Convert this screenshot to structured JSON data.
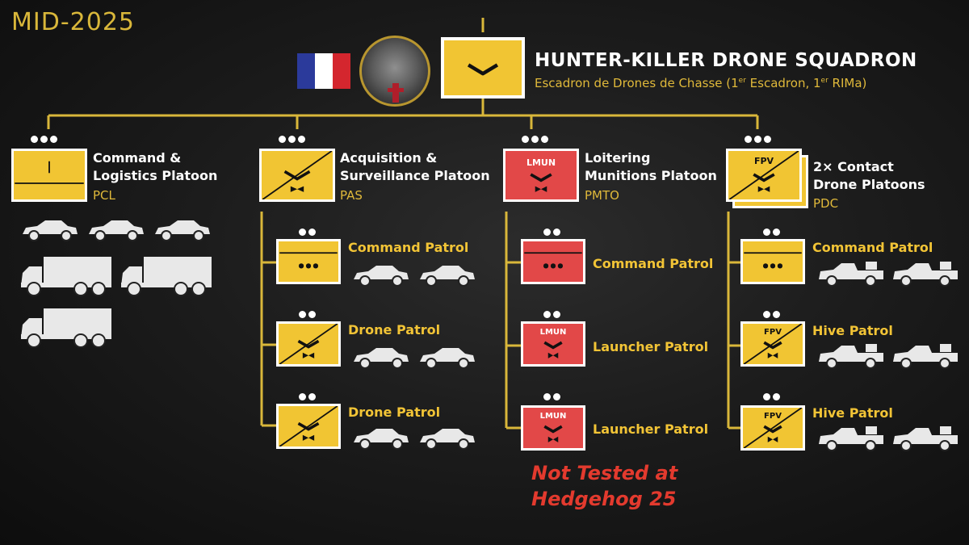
{
  "header": {
    "year": "MID-2025",
    "title": "HUNTER-KILLER DRONE SQUADRON",
    "subtitle_main": "Escadron de Drones de Chasse (1",
    "subtitle_sup1": "er",
    "subtitle_mid": " Escadron, 1",
    "subtitle_sup2": "er",
    "subtitle_end": " RIMa)"
  },
  "flag_colors": [
    "#2b3a9b",
    "#ffffff",
    "#d4262e"
  ],
  "colors": {
    "friendly_yellow": "#f1c533",
    "red": "#e24848",
    "line": "#d9b73a",
    "text_gold": "#e0b93a"
  },
  "symbols": {
    "hq_echelon": "I",
    "lmun": "LMUN",
    "fpv": "FPV"
  },
  "platoons": [
    {
      "name_line1": "Command &",
      "name_line2": "Logistics Platoon",
      "code": "PCL"
    },
    {
      "name_line1": "Acquisition &",
      "name_line2": "Surveillance Platoon",
      "code": "PAS"
    },
    {
      "name_line1": "Loitering",
      "name_line2": "Munitions Platoon",
      "code": "PMTO"
    },
    {
      "name_line1": "2× Contact",
      "name_line2": "Drone Platoons",
      "code": "PDC"
    }
  ],
  "patrols": {
    "pas": [
      "Command Patrol",
      "Drone Patrol",
      "Drone Patrol"
    ],
    "pmto": [
      "Command Patrol",
      "Launcher Patrol",
      "Launcher Patrol"
    ],
    "pdc": [
      "Command Patrol",
      "Hive Patrol",
      "Hive Patrol"
    ]
  },
  "note": {
    "line1": "Not Tested at",
    "line2": "Hedgehog 25"
  }
}
